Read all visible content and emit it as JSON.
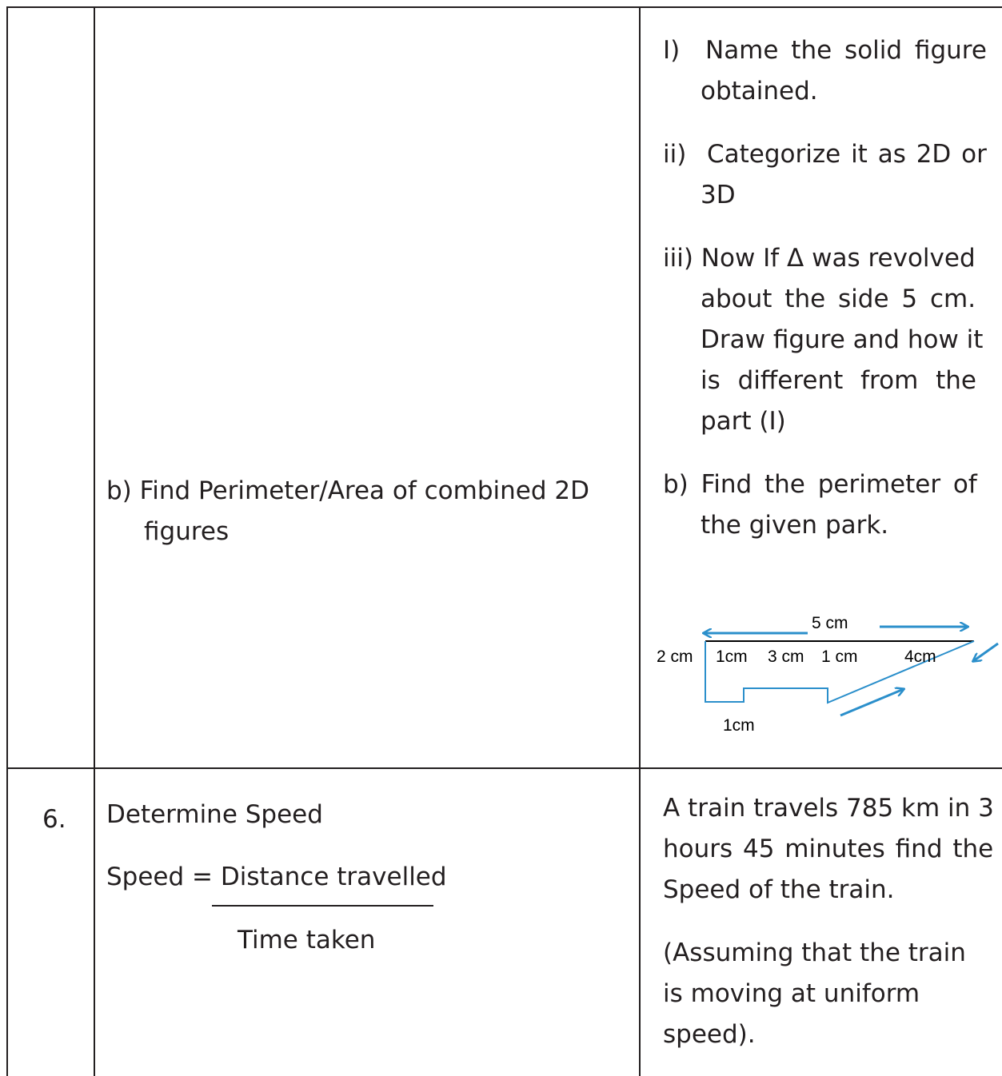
{
  "row1": {
    "col2": {
      "b_label": "b) Find Perimeter/Area of combined 2D",
      "b_label_cont": "figures"
    },
    "col3": {
      "i_marker": "I)",
      "i_line1": "Name the solid figure",
      "i_line2": "obtained.",
      "ii_marker": "ii)",
      "ii_line1": "Categorize it as 2D or",
      "ii_line2": "3D",
      "iii_line1": "iii) Now If Δ was revolved",
      "iii_line2": "about the side 5 cm.",
      "iii_line3": "Draw figure and how it",
      "iii_line4": "is different from the",
      "iii_line5": "part (I)",
      "b_line1": "b) Find the perimeter of",
      "b_line2": "the given park.",
      "figure": {
        "label_top": "5 cm",
        "label_left": "2 cm",
        "label_seg1": "1cm",
        "label_seg2": "3 cm",
        "label_seg3": "1 cm",
        "label_seg4": "4cm",
        "label_bottom": "1cm",
        "outline_color": "#2b8fcb",
        "arrow_color": "#2b8fcb"
      }
    }
  },
  "row2": {
    "number": "6.",
    "col2": {
      "title": "Determine Speed",
      "formula_lhs": "Speed = Distance travelled",
      "formula_den": "Time taken"
    },
    "col3": {
      "q_line1": "A train travels 785 km in 3",
      "q_line2": "hours 45 minutes find the",
      "q_line3": "Speed of the train.",
      "note_line1": "(Assuming that the train",
      "note_line2": "is moving at uniform",
      "note_line3": "speed)."
    }
  }
}
